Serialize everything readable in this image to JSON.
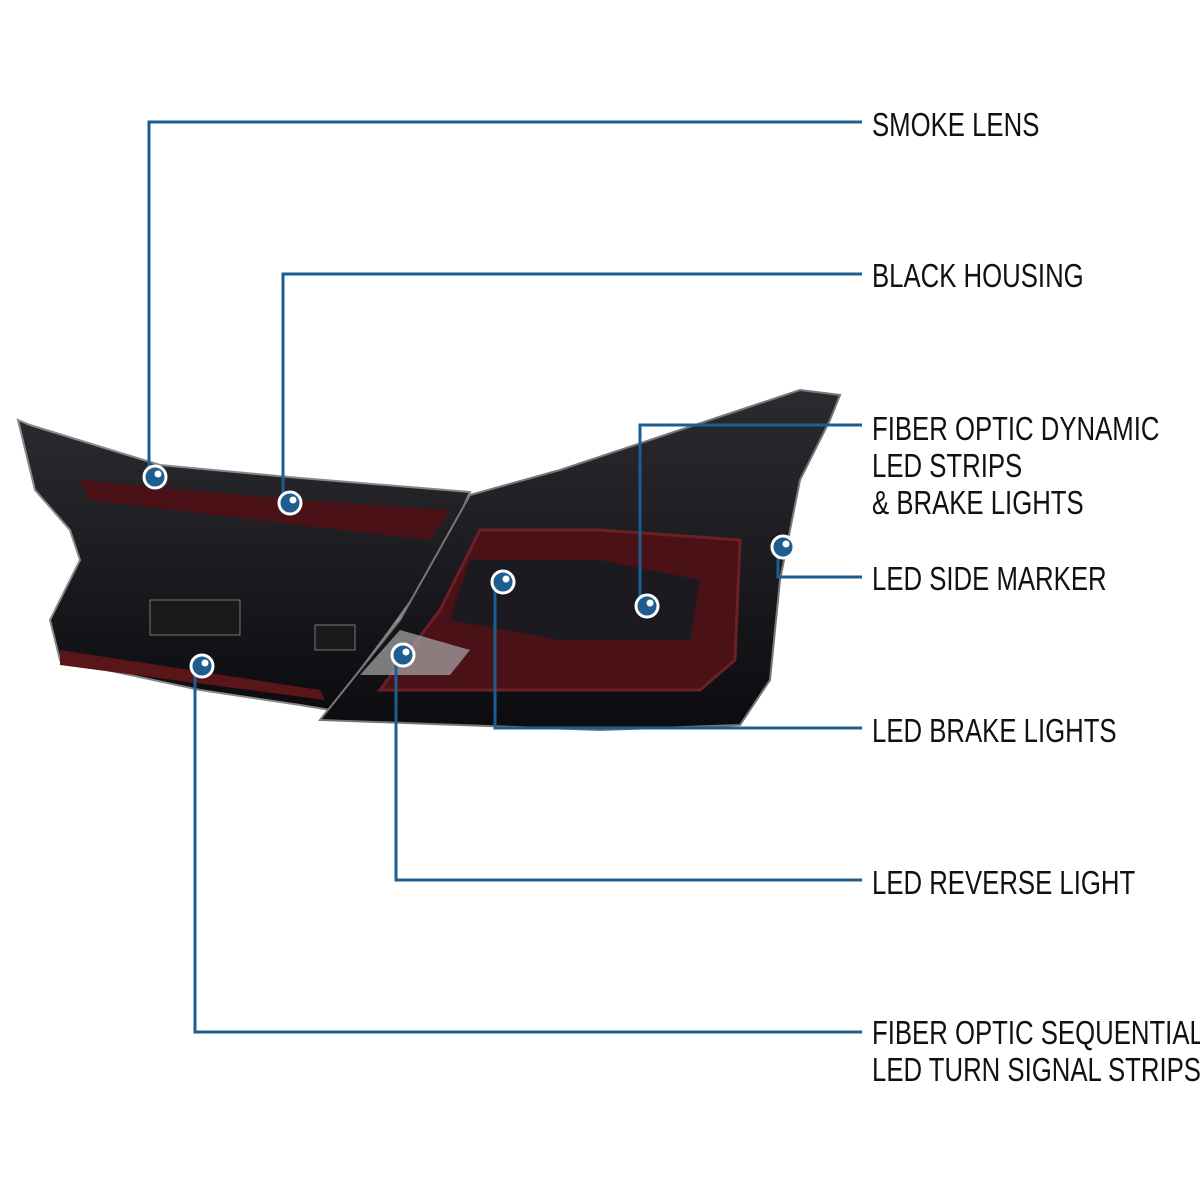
{
  "colors": {
    "callout": "#1d5d8f",
    "lens_red": "#5a1518",
    "housing": "#141418"
  },
  "callouts": [
    {
      "id": "smoke-lens",
      "lines": [
        "SMOKE LENS"
      ]
    },
    {
      "id": "black-housing",
      "lines": [
        "BLACK HOUSING"
      ]
    },
    {
      "id": "fiber-optic-dynamic",
      "lines": [
        "FIBER OPTIC DYNAMIC",
        "LED STRIPS",
        "& BRAKE LIGHTS"
      ]
    },
    {
      "id": "led-side-marker",
      "lines": [
        "LED SIDE MARKER"
      ]
    },
    {
      "id": "led-brake-lights",
      "lines": [
        "LED BRAKE LIGHTS"
      ]
    },
    {
      "id": "led-reverse-light",
      "lines": [
        "LED REVERSE LIGHT"
      ]
    },
    {
      "id": "fiber-optic-sequential",
      "lines": [
        "FIBER OPTIC SEQUENTIAL",
        "LED TURN SIGNAL STRIPS"
      ]
    }
  ]
}
